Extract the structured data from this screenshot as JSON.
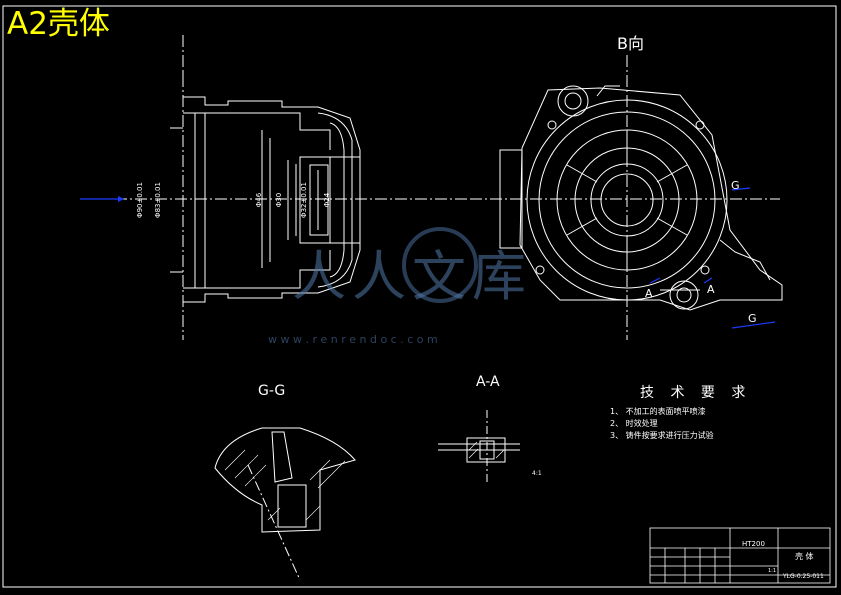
{
  "drawing_title": "A2壳体",
  "view_b_label": "B向",
  "section_gg_label": "G-G",
  "section_aa_label": "A-A",
  "section_marks": {
    "g": "G",
    "a": "A"
  },
  "dimensions": [
    "Φ90±0.01",
    "Φ83±0.01",
    "Φ46",
    "Φ30",
    "Φ32±0.01",
    "Φ24"
  ],
  "aa_scale_note": "4:1",
  "tech_requirements": {
    "title": "技 术 要 求",
    "notes": [
      "1、  不加工的表面喷平喷漆",
      "2、  时效处理",
      "3、  铸件按要求进行压力试验"
    ]
  },
  "title_block": {
    "material": "HT200",
    "part_name": "壳 体",
    "drawing_no": "YLG-0.25-011",
    "scale": "1:1"
  },
  "watermark": {
    "text": "人人文库",
    "url": "w w w . r e n r e n d o c . c o m"
  },
  "colors": {
    "background": "#000000",
    "lines": "#ffffff",
    "title": "#ffff00",
    "arrows": "#1a3cff"
  }
}
